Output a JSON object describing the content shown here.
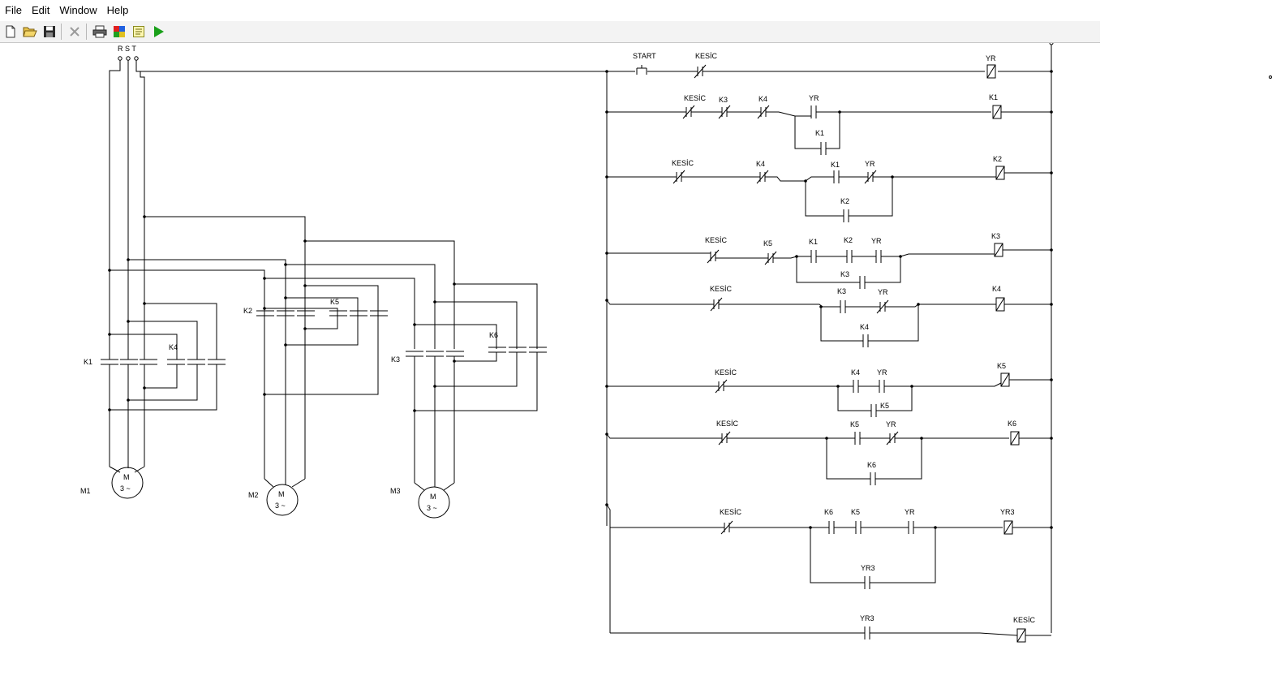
{
  "menu": {
    "file": "File",
    "edit": "Edit",
    "window": "Window",
    "help": "Help"
  },
  "toolbar": {
    "buttons": [
      "new-file-icon",
      "open-folder-icon",
      "save-icon",
      "delete-icon",
      "print-icon",
      "color-palette-icon",
      "notes-icon",
      "run-icon"
    ]
  },
  "power": {
    "supply_label": "R S T"
  },
  "motors": {
    "m1": {
      "name": "M1",
      "symbol": "M",
      "phase": "3 ~"
    },
    "m2": {
      "name": "M2",
      "symbol": "M",
      "phase": "3 ~"
    },
    "m3": {
      "name": "M3",
      "symbol": "M",
      "phase": "3 ~"
    }
  },
  "power_labels": {
    "k1": "K1",
    "k4": "K4",
    "k2": "K2",
    "k5": "K5",
    "k3": "K3",
    "k6": "K6"
  },
  "rungs": {
    "r1": {
      "c1": "START",
      "c2": "KESİC",
      "coil": "YR"
    },
    "r2": {
      "c1": "KESİC",
      "c2": "K3",
      "c3": "K4",
      "c4": "YR",
      "hold": "K1",
      "coil": "K1"
    },
    "r3": {
      "c1": "KESİC",
      "c2": "K4",
      "c3": "K1",
      "c4": "YR",
      "hold": "K2",
      "coil": "K2"
    },
    "r4": {
      "c1": "KESİC",
      "c2": "K5",
      "c3": "K1",
      "c4": "K2",
      "c5": "YR",
      "hold": "K3",
      "coil": "K3"
    },
    "r5": {
      "c1": "KESİC",
      "c2": "K3",
      "c3": "YR",
      "hold": "K4",
      "coil": "K4"
    },
    "r6": {
      "c1": "KESİC",
      "c2": "K4",
      "c3": "YR",
      "hold": "K5",
      "coil": "K5"
    },
    "r7": {
      "c1": "KESİC",
      "c2": "K5",
      "c3": "YR",
      "hold": "K6",
      "coil": "K6"
    },
    "r8": {
      "c1": "KESİC",
      "c2": "K6",
      "c3": "K5",
      "c4": "YR",
      "hold": "YR3",
      "coil": "YR3"
    },
    "r9": {
      "c1": "YR3",
      "coil": "KESİC"
    }
  }
}
